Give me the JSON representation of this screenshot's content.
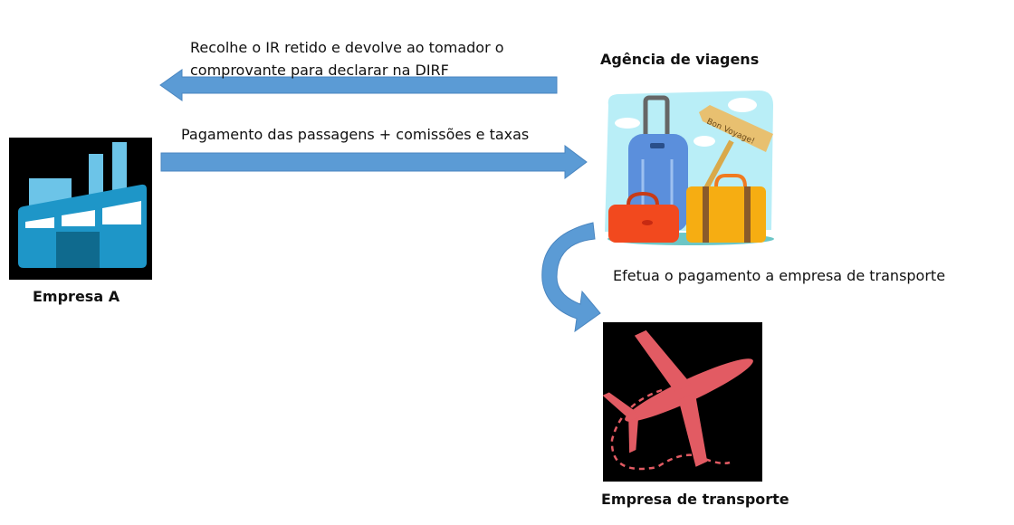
{
  "entities": {
    "company_a": {
      "label": "Empresa A",
      "icon": "factory-icon"
    },
    "travel_agency": {
      "label": "Agência de viagens",
      "icon": "luggage-icon",
      "sign_text": "Bon Voyage!"
    },
    "transport_company": {
      "label": "Empresa de transporte",
      "icon": "airplane-icon"
    }
  },
  "flows": {
    "return_flow": {
      "line1": "Recolhe o IR retido e devolve ao tomador o",
      "line2": "comprovante para declarar na DIRF"
    },
    "payment_flow": {
      "label": "Pagamento das passagens + comissões e taxas"
    },
    "transport_payment_flow": {
      "label": "Efetua o pagamento a empresa de transporte"
    }
  },
  "colors": {
    "arrow": "#5b9bd5",
    "factory": "#1e96c8",
    "plane": "#e25b63"
  }
}
